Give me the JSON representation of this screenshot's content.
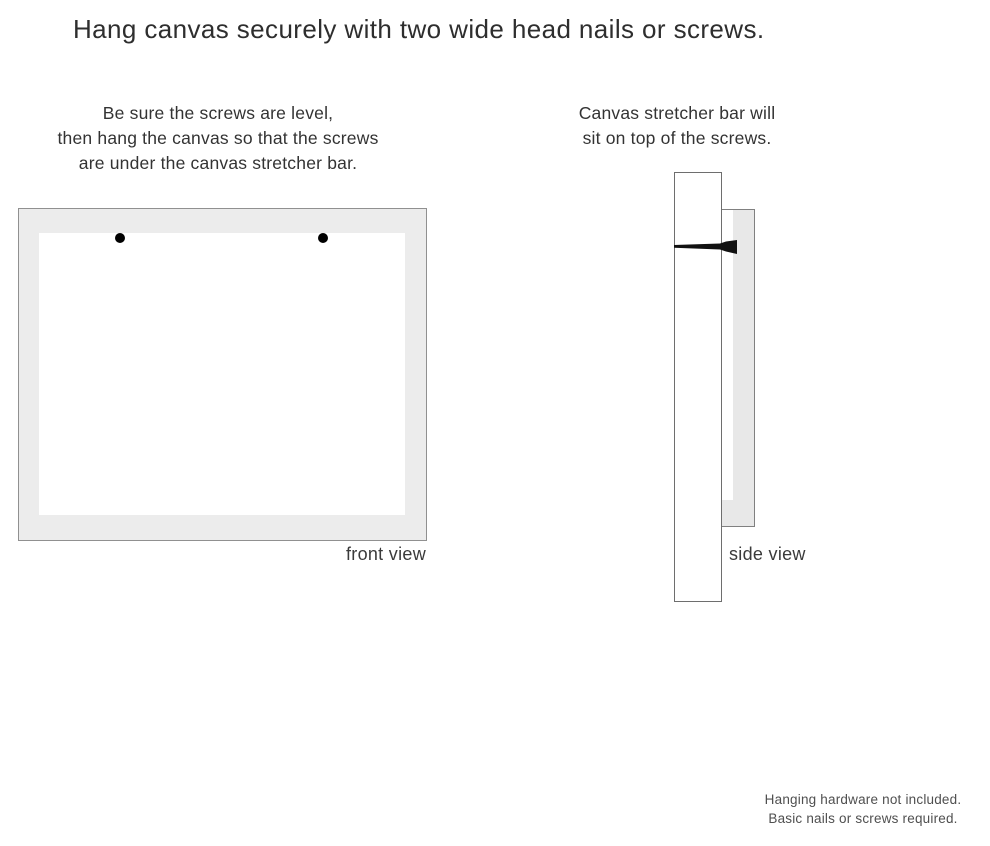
{
  "title": "Hang canvas securely with two wide head nails or screws.",
  "instructions": {
    "front": "Be sure the screws are level,\nthen hang the canvas so that the screws\nare under the canvas stretcher bar.",
    "side": "Canvas stretcher bar will\nsit on top of the screws."
  },
  "diagrams": {
    "front": {
      "label": "front view",
      "frame_color": "#ececec",
      "canvas_color": "#ffffff",
      "screw_color": "#000000",
      "screw_count": 2
    },
    "side": {
      "label": "side view",
      "wall_color": "#ffffff",
      "canvas_edge_color": "#e8e8e8",
      "nail_color": "#111111"
    }
  },
  "footnote": "Hanging hardware not included.\nBasic nails or screws required."
}
